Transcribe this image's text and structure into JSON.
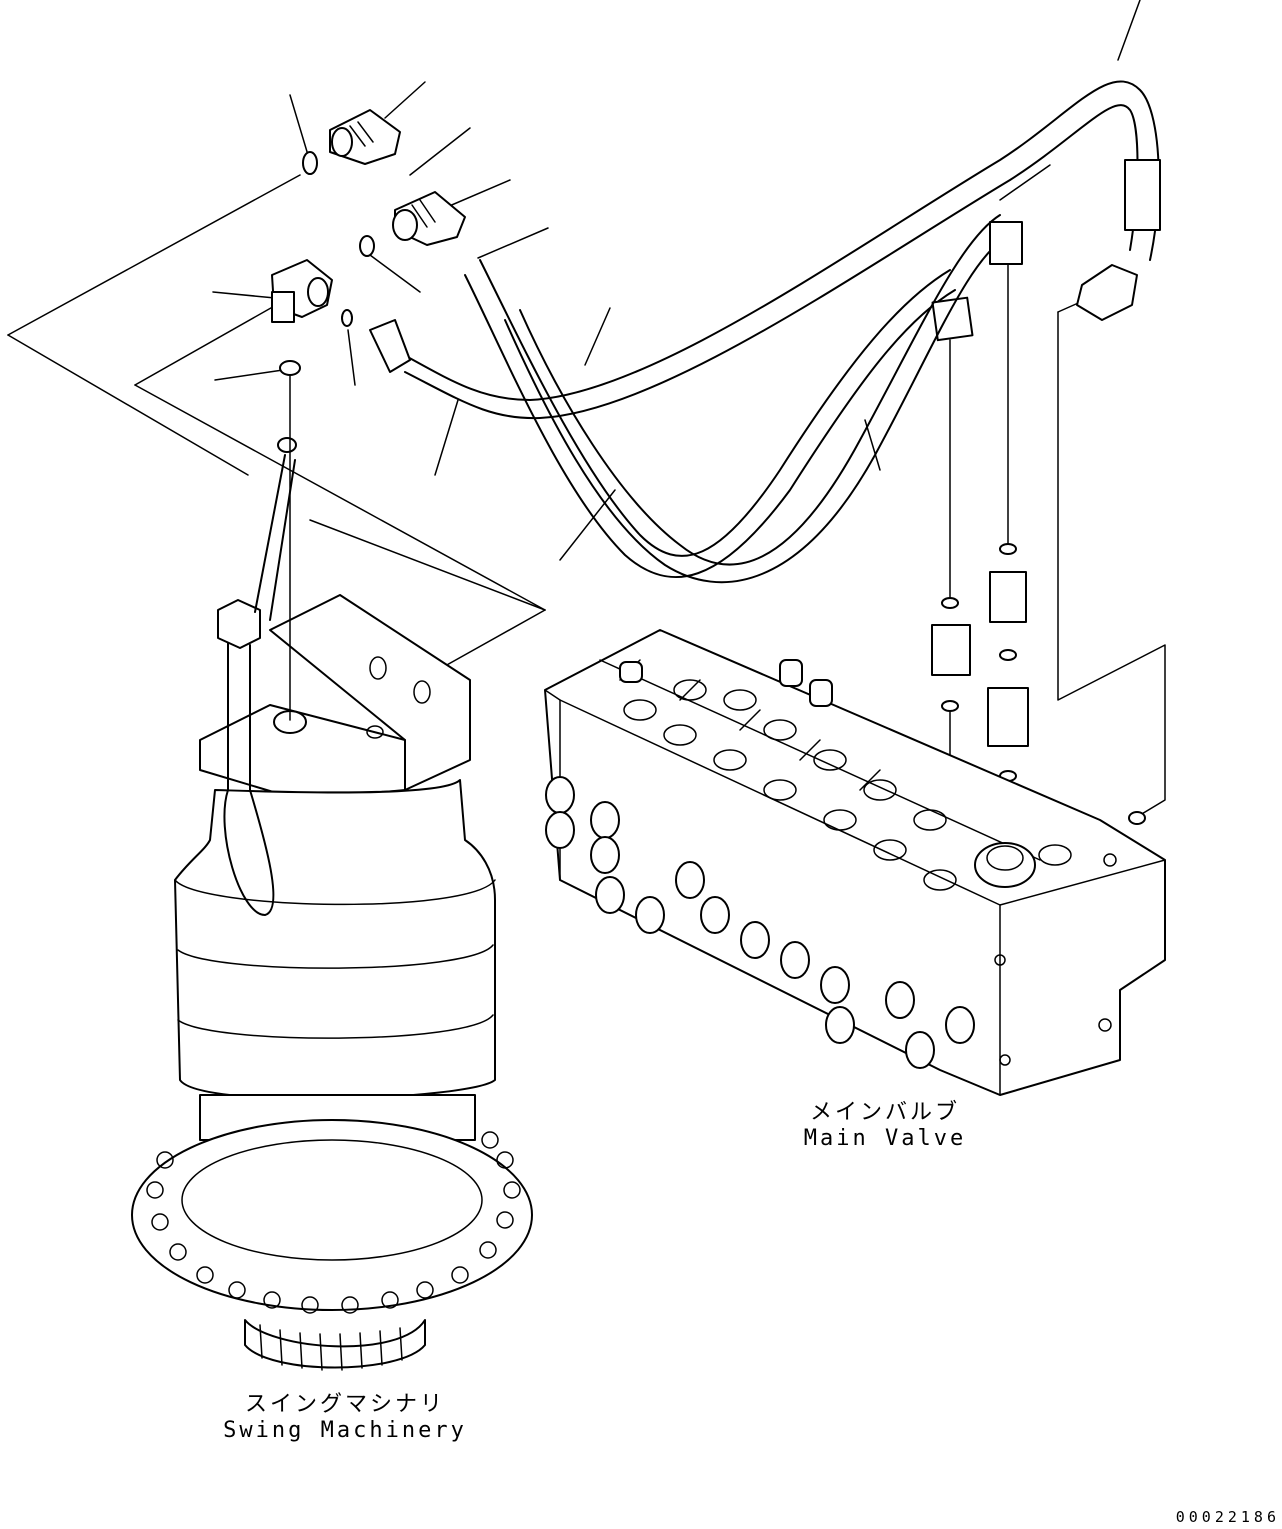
{
  "labels": {
    "main_valve_jp": "メインバルブ",
    "main_valve_en": "Main Valve",
    "swing_machinery_jp": "スイングマシナリ",
    "swing_machinery_en": "Swing Machinery",
    "drawing_code": "00022186"
  }
}
